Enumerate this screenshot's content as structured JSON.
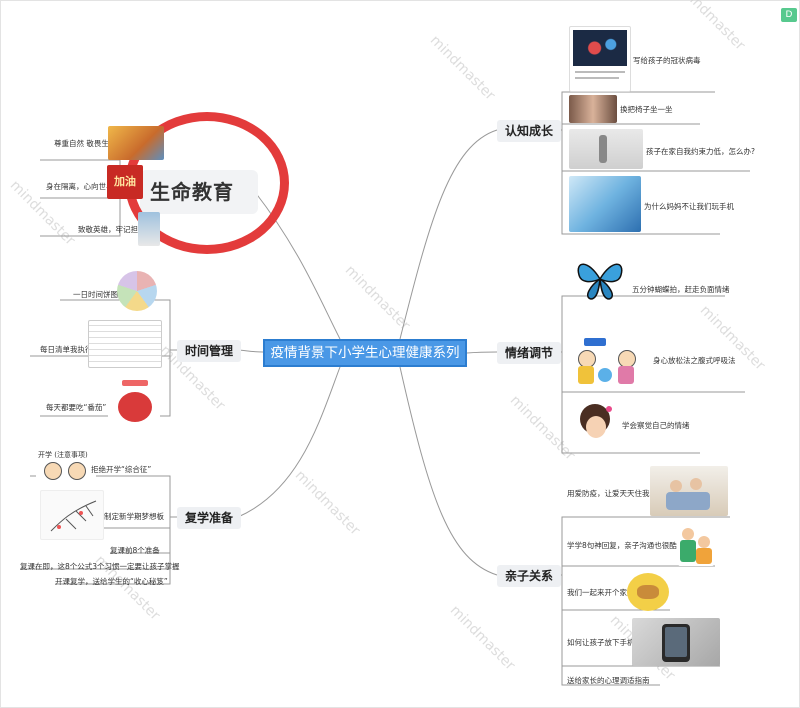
{
  "watermark": "mindmaster",
  "corner_badge": "D",
  "center": {
    "label": "疫情背景下小学生心理健康系列微课"
  },
  "left_branches": [
    {
      "label": "生命教育",
      "leaves": [
        "尊重自然 敬畏生命",
        "身在隔离，心向世界",
        "致敬英雄，牢记担当"
      ]
    },
    {
      "label": "时间管理",
      "leaves": [
        "一日时间饼图",
        "每日清单我执行",
        "每天都要吃“番茄”"
      ]
    },
    {
      "label": "复学准备",
      "leaves": [
        "拒绝开学“综合征”",
        "制定新学期梦想板",
        "复课前8个准备",
        "复课在即，这8个公式3个习惯一定要让孩子掌握",
        "开课复学，送给学生的“收心秘笈”"
      ]
    }
  ],
  "right_branches": [
    {
      "label": "认知成长",
      "leaves": [
        "写给孩子的冠状病毒",
        "换把椅子坐一坐",
        "孩子在家自我约束力低，怎么办?",
        "为什么妈妈不让我们玩手机"
      ]
    },
    {
      "label": "情绪调节",
      "leaves": [
        "五分钟蝴蝶拍，赶走负面情绪",
        "身心放松法之腹式呼吸法",
        "学会察觉自己的情绪"
      ]
    },
    {
      "label": "亲子关系",
      "leaves": [
        "用爱防疫，让爱天天住我家",
        "学学8句神回复，亲子沟通也很酷！",
        "我们一起来开个家庭会议",
        "如何让孩子放下手机",
        "送给家长的心理调适指南"
      ]
    }
  ],
  "thumb_texts": {
    "jiayou": "加油",
    "fuxue": "开学 (注意事项)"
  }
}
